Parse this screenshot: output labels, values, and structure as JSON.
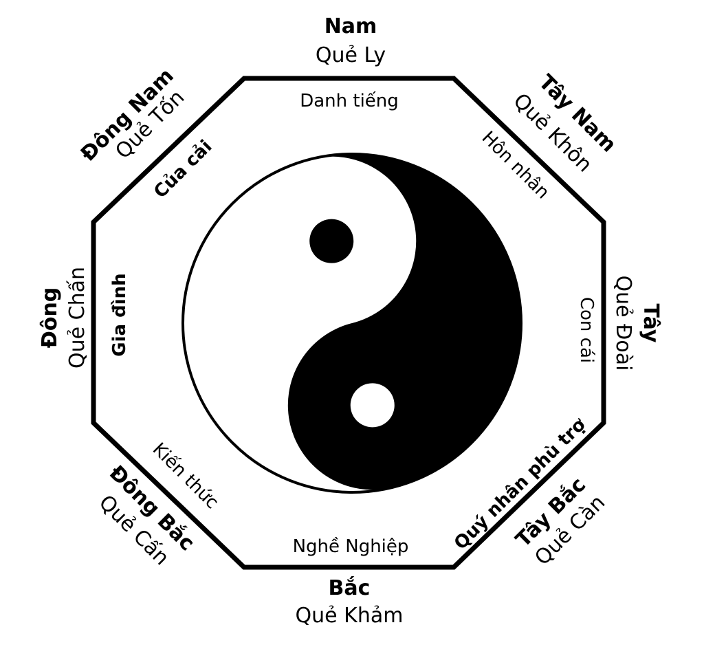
{
  "colors": {
    "ink": "#000000",
    "paper": "#ffffff"
  },
  "directions": {
    "south": {
      "direction": "Nam",
      "trigram": "Quẻ Ly",
      "area": "Danh tiếng"
    },
    "southwest": {
      "direction": "Tây Nam",
      "trigram": "Quẻ Khôn",
      "area": "Hôn nhân"
    },
    "west": {
      "direction": "Tây",
      "trigram": "Quẻ Đoài",
      "area": "Con cái"
    },
    "northwest": {
      "direction": "Tây Bắc",
      "trigram": "Quẻ Càn",
      "area": "Quý nhân phù trợ"
    },
    "north": {
      "direction": "Bắc",
      "trigram": "Quẻ Khảm",
      "area": "Nghề Nghiệp"
    },
    "northeast": {
      "direction": "Đông Bắc",
      "trigram": "Quẻ Cấn",
      "area": "Kiến thức"
    },
    "east": {
      "direction": "Đông",
      "trigram": "Quẻ Chấn",
      "area": "Gia đình"
    },
    "southeast": {
      "direction": "Đông Nam",
      "trigram": "Quẻ Tốn",
      "area": "Của cải"
    }
  }
}
